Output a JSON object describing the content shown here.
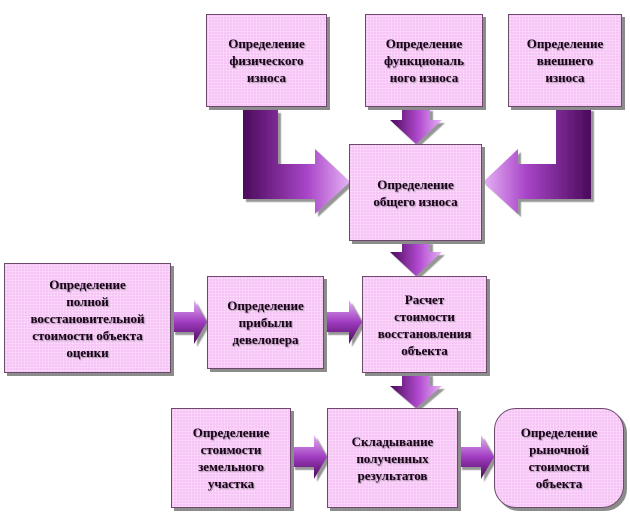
{
  "diagram": {
    "nodes": {
      "physical_wear": "Определение\nфизического\nизноса",
      "functional_wear": "Определение\nфункциональ\nного износа",
      "external_wear": "Определение\nвнешнего\nизноса",
      "total_wear": "Определение\nобщего износа",
      "full_replacement_cost": "Определение\nполной\nвосстановительной\nстоимости объекта\nоценки",
      "developer_profit": "Определение\nприбыли\nдевелопера",
      "restoration_cost": "Расчет\nстоимости\nвосстановления\nобъекта",
      "land_value": "Определение\nстоимости\nземельного\nучастка",
      "summation": "Складывание\nполученных\nрезультатов",
      "market_value": "Определение\nрыночной\nстоимости\nобъекта"
    },
    "edges": [
      {
        "from": "physical_wear",
        "to": "total_wear"
      },
      {
        "from": "functional_wear",
        "to": "total_wear"
      },
      {
        "from": "external_wear",
        "to": "total_wear"
      },
      {
        "from": "total_wear",
        "to": "restoration_cost"
      },
      {
        "from": "full_replacement_cost",
        "to": "developer_profit"
      },
      {
        "from": "developer_profit",
        "to": "restoration_cost"
      },
      {
        "from": "restoration_cost",
        "to": "summation"
      },
      {
        "from": "land_value",
        "to": "summation"
      },
      {
        "from": "summation",
        "to": "market_value"
      }
    ]
  },
  "colors": {
    "box_fill": "#f7c6f7",
    "arrow_dark": "#4a0a5a",
    "arrow_light": "#e0a8f0"
  }
}
